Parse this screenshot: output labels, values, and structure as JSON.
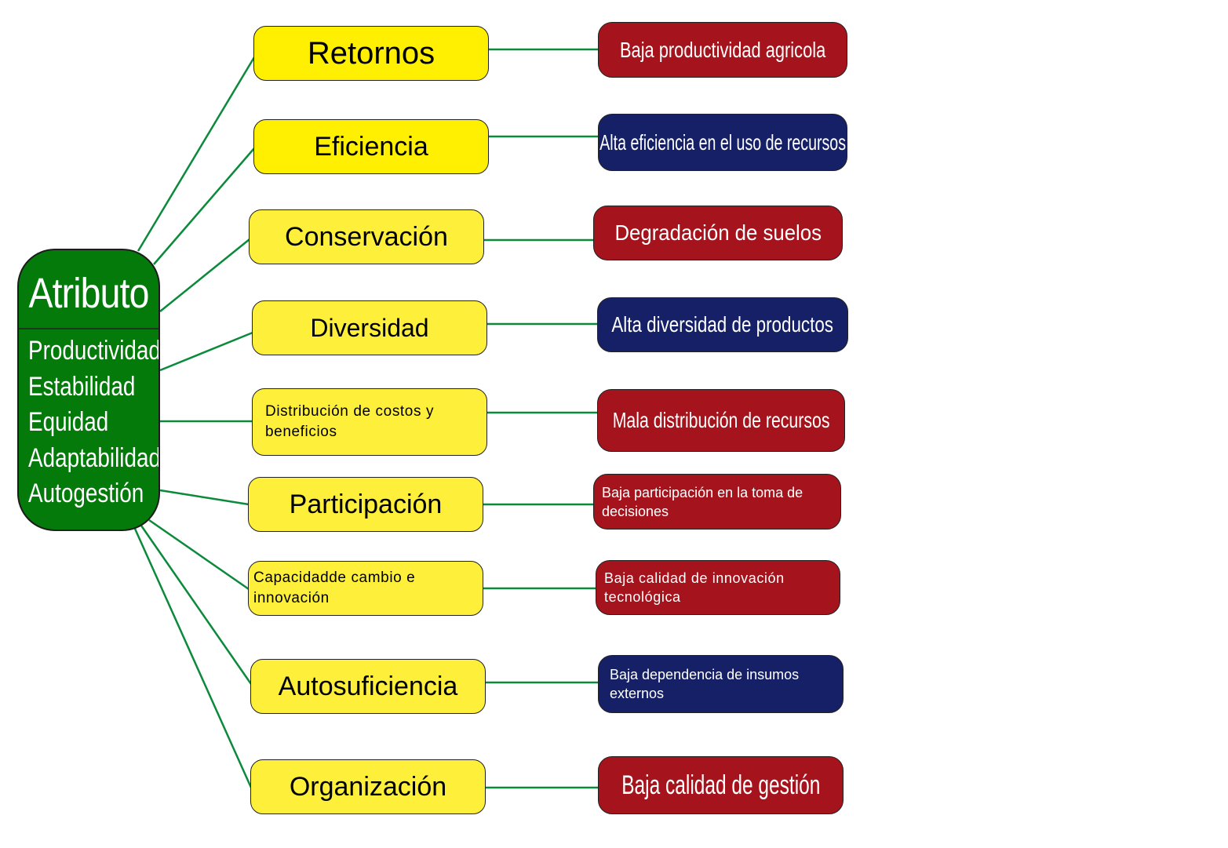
{
  "colors": {
    "root": "#037a0a",
    "attribute": "#fdef3a",
    "negative": "#a5131c",
    "positive": "#162066",
    "connector": "#0a8a3a"
  },
  "root": {
    "title": "Atributo",
    "items": [
      "Productividad",
      "Estabilidad",
      "Equidad",
      "Adaptabilidad",
      "Autogestión"
    ]
  },
  "rows": [
    {
      "attribute": "Retornos",
      "indicator": "Baja productividad agricola",
      "tone": "negative"
    },
    {
      "attribute": "Eficiencia",
      "indicator": "Alta eficiencia en el uso de  recursos",
      "tone": "positive"
    },
    {
      "attribute": "Conservación",
      "indicator": "Degradación de suelos",
      "tone": "negative"
    },
    {
      "attribute": "Diversidad",
      "indicator": "Alta diversidad de productos",
      "tone": "positive"
    },
    {
      "attribute": "Distribución de costos y beneficios",
      "indicator": "Mala distribución de recursos",
      "tone": "negative"
    },
    {
      "attribute": "Participación",
      "indicator": "Baja participación en la toma de decisiones",
      "tone": "negative"
    },
    {
      "attribute": "Capacidadde cambio e innovación",
      "indicator": "Baja calidad de innovación tecnológica",
      "tone": "negative"
    },
    {
      "attribute": "Autosuficiencia",
      "indicator": "Baja dependencia de insumos externos",
      "tone": "positive"
    },
    {
      "attribute": "Organización",
      "indicator": "Baja calidad de gestión",
      "tone": "negative"
    }
  ]
}
